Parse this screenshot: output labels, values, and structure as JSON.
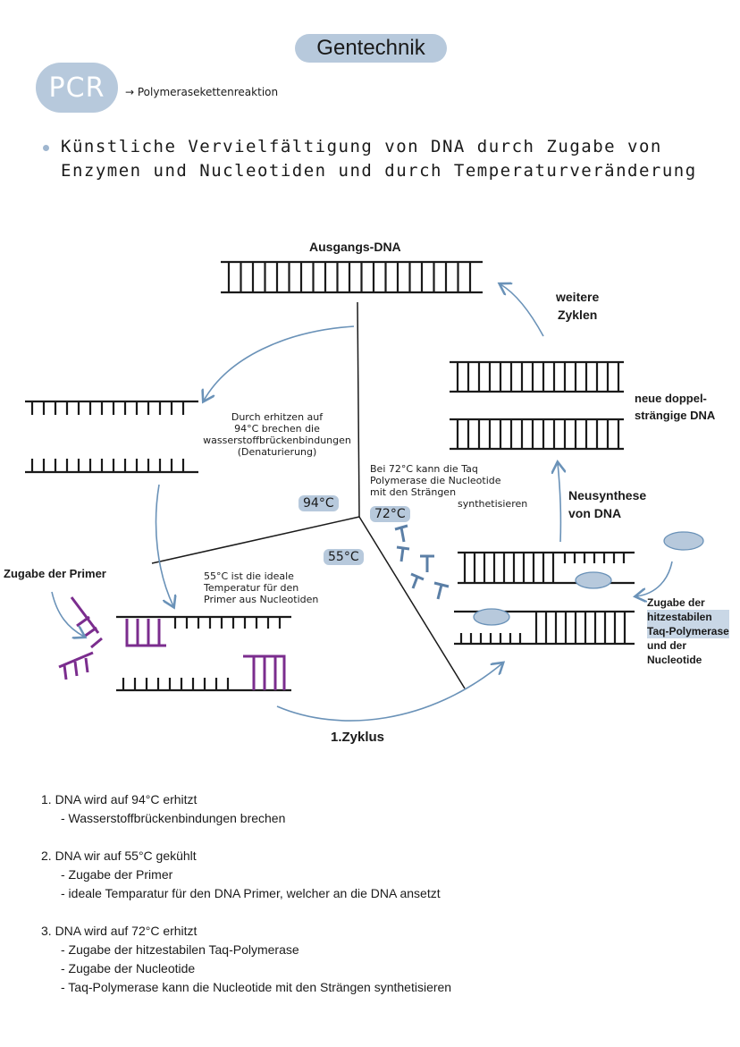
{
  "header": {
    "title": "Gentechnik",
    "pcr_badge": "PCR",
    "pcr_expansion": "→ Polymerasekettenreaktion"
  },
  "intro": {
    "text": "Künstliche Vervielfältigung von DNA durch Zugabe von Enzymen und Nucleotiden und durch Temperaturveränderung"
  },
  "diagram": {
    "start_label": "Ausgangs-DNA",
    "denature_note": [
      "Durch erhitzen auf",
      "94°C brechen die",
      "wasserstoffbrückenbindungen",
      "(Denaturierung)"
    ],
    "temp_94": "94°C",
    "temp_55": "55°C",
    "temp_72": "72°C",
    "primer_label": "Zugabe der Primer",
    "annealing_note": [
      "55°C ist die ideale",
      "Temperatur für den",
      "Primer aus Nucleotiden"
    ],
    "elongation_note": [
      "Bei 72°C kann die Taq",
      "Polymerase die Nucleotide",
      "mit den Strängen",
      "synthetisieren"
    ],
    "synthesis_label": [
      "Neusynthese",
      "von DNA"
    ],
    "new_dna_label": [
      "neue doppel-",
      "strängige DNA"
    ],
    "more_cycles_label": [
      "weitere",
      "Zyklen"
    ],
    "polymerase_label": [
      "Zugabe der",
      "hitzestabilen",
      "Taq-Polymerase",
      "und der",
      "Nucleotide"
    ],
    "cycle_label": "1.Zyklus"
  },
  "steps": [
    {
      "title": "1. DNA wird auf 94°C erhitzt",
      "subs": [
        "- Wasserstoffbrückenbindungen brechen"
      ]
    },
    {
      "title": "2. DNA wir auf 55°C gekühlt",
      "subs": [
        "- Zugabe der Primer",
        "- ideale Temparatur für den DNA Primer, welcher an die DNA ansetzt"
      ]
    },
    {
      "title": "3. DNA wird auf 72°C erhitzt",
      "subs": [
        "- Zugabe der hitzestabilen Taq-Polymerase",
        "- Zugabe der Nucleotide",
        "- Taq-Polymerase kann die Nucleotide mit den Strängen synthetisieren"
      ]
    }
  ],
  "colors": {
    "accent_blue": "#b7c9dc",
    "arrow_blue": "#6a92b8",
    "primer_purple": "#7b2d8e",
    "ink": "#1a1a1a"
  }
}
